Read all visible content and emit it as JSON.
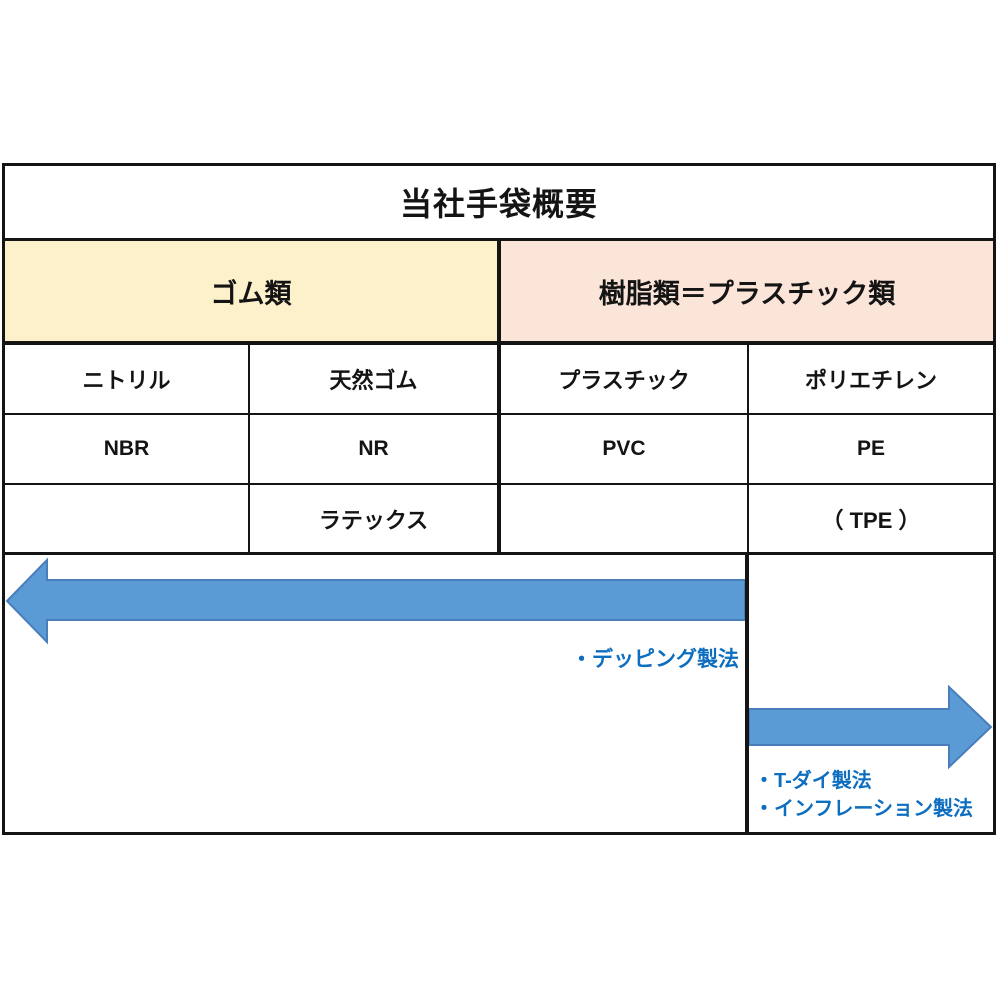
{
  "title": "当社手袋概要",
  "categories": {
    "rubber": {
      "label": "ゴム類",
      "bg": "#FDF1CC"
    },
    "plastic": {
      "label": "樹脂類＝プラスチック類",
      "bg": "#FBE4D8"
    }
  },
  "columns": [
    {
      "name": "ニトリル",
      "code": "NBR",
      "extra": ""
    },
    {
      "name": "天然ゴム",
      "code": "NR",
      "extra": "ラテックス"
    },
    {
      "name": "プラスチック",
      "code": "PVC",
      "extra": ""
    },
    {
      "name": "ポリエチレン",
      "code": "PE",
      "extra": "（ TPE ）"
    }
  ],
  "methods": {
    "dipping": "・デッピング製法",
    "t_die": "・T-ダイ製法",
    "inflation": "・インフレーション製法"
  },
  "colors": {
    "arrow_fill": "#5B9BD5",
    "arrow_outline": "#4A7EBB",
    "method_text": "#0D6EC0",
    "rubber_header_bg": "#FDF1CC",
    "plastic_header_bg": "#FBE4D8",
    "border": "#141414"
  }
}
